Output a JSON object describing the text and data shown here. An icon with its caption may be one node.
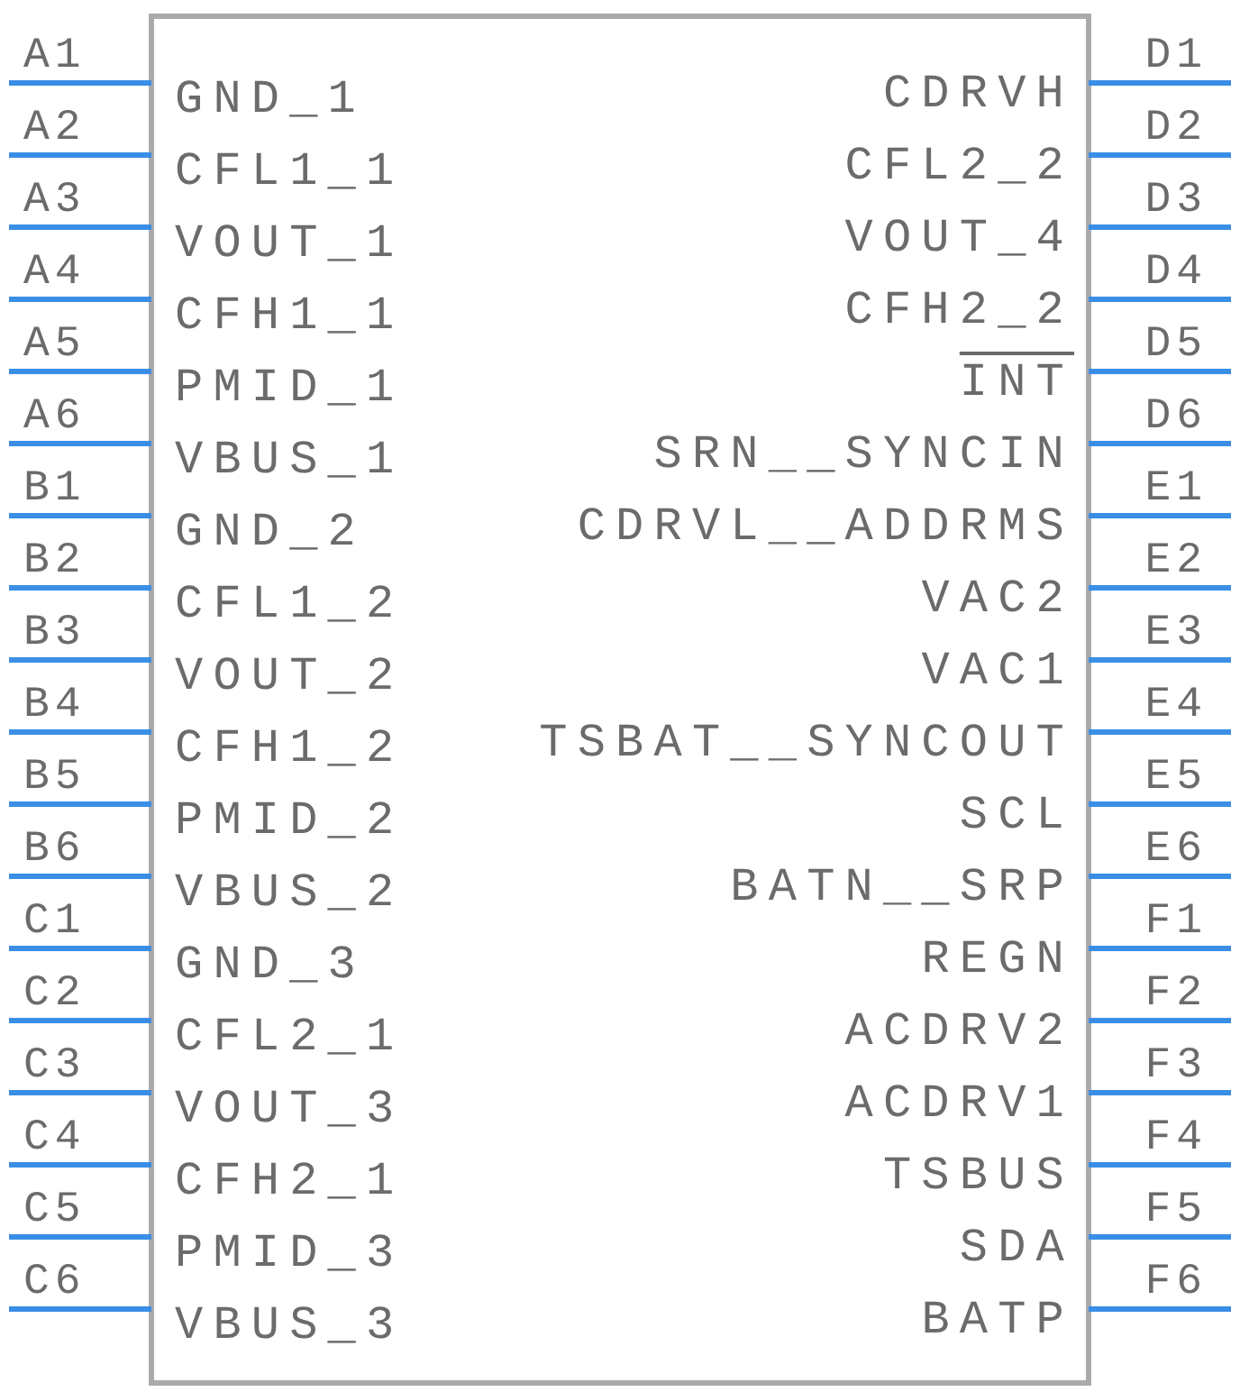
{
  "diagram": {
    "labels": [
      "A1",
      "A2",
      "A3",
      "A4",
      "A5",
      "A6",
      "B1",
      "B2",
      "B3",
      "B4",
      "B5",
      "B6",
      "C1",
      "C2",
      "C3",
      "C4",
      "C5",
      "C6",
      "GND_1",
      "CFL1_1",
      "VOUT_1",
      "CFH1_1",
      "PMID_1",
      "VBUS_1",
      "GND_2",
      "CFL1_2",
      "VOUT_2",
      "CFH1_2",
      "PMID_2",
      "VBUS_2",
      "GND_3",
      "CFL2_1",
      "VOUT_3",
      "CFH2_1",
      "PMID_3",
      "VBUS_3",
      "CDRVH",
      "CFL2_2",
      "VOUT_4",
      "CFH2_2",
      "INT",
      "SRN__SYNCIN",
      "CDRVL__ADDRMS",
      "VAC2",
      "VAC1",
      "TSBAT__SYNCOUT",
      "SCL",
      "BATN__SRP",
      "REGN",
      "ACDRV2",
      "ACDRV1",
      "TSBUS",
      "SDA",
      "BATP",
      "D1",
      "D2",
      "D3",
      "D4",
      "D5",
      "D6",
      "E1",
      "E2",
      "E3",
      "E4",
      "E5",
      "E6",
      "F1",
      "F2",
      "F3",
      "F4",
      "F5",
      "F6"
    ]
  }
}
